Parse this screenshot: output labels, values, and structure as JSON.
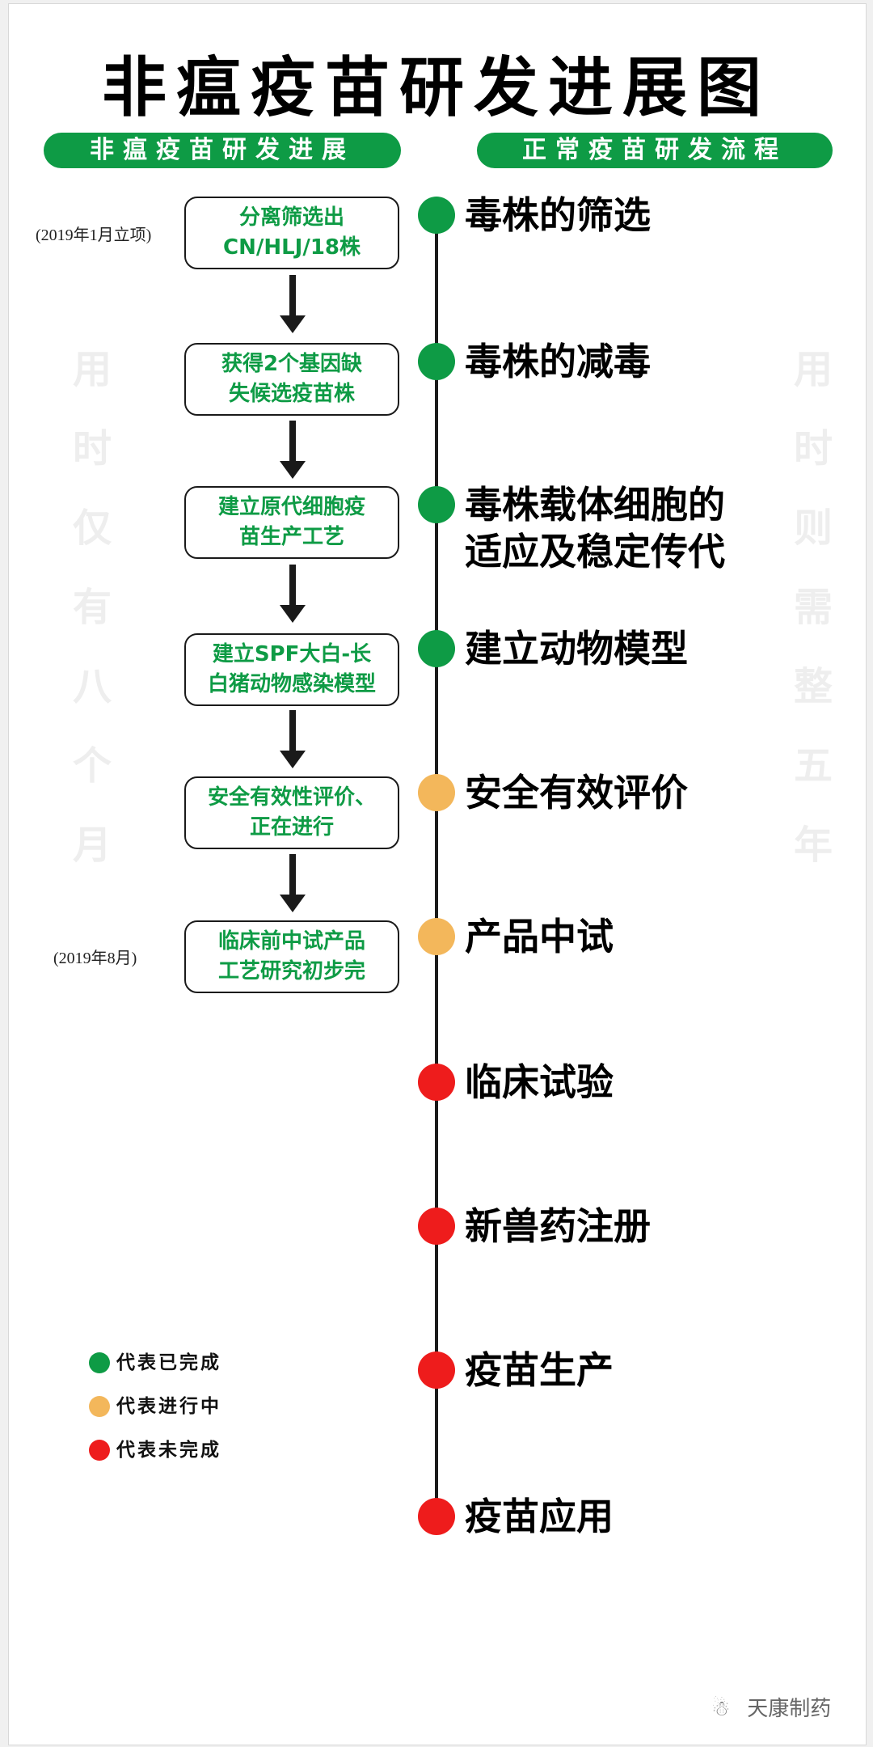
{
  "title": "非瘟疫苗研发进展图",
  "header": {
    "left_pill": "非瘟疫苗研发进展",
    "right_pill": "正常疫苗研发流程"
  },
  "colors": {
    "completed": "#0e9b45",
    "in_progress": "#f3b75b",
    "not_completed": "#ee1c1c",
    "brand_green": "#0e9b45"
  },
  "steps": [
    {
      "label": "毒株的筛选",
      "status": "completed"
    },
    {
      "label": "毒株的减毒",
      "status": "completed"
    },
    {
      "label": "毒株载体细胞的",
      "label2": "适应及稳定传代",
      "status": "completed"
    },
    {
      "label": "建立动物模型",
      "status": "completed"
    },
    {
      "label": "安全有效评价",
      "status": "in_progress"
    },
    {
      "label": "产品中试",
      "status": "in_progress"
    },
    {
      "label": "临床试验",
      "status": "not_completed"
    },
    {
      "label": "新兽药注册",
      "status": "not_completed"
    },
    {
      "label": "疫苗生产",
      "status": "not_completed"
    },
    {
      "label": "疫苗应用",
      "status": "not_completed"
    }
  ],
  "progress_boxes": [
    {
      "line1": "分离筛选出",
      "line2": "CN/HLJ/18株"
    },
    {
      "line1": "获得2个基因缺",
      "line2": "失候选疫苗株"
    },
    {
      "line1": "建立原代细胞疫",
      "line2": "苗生产工艺"
    },
    {
      "line1": "建立SPF大白-长",
      "line2": "白猪动物感染模型"
    },
    {
      "line1": "安全有效性评价、",
      "line2": "正在进行"
    },
    {
      "line1": "临床前中试产品",
      "line2": "工艺研究初步完"
    }
  ],
  "date_notes": {
    "start": "(2019年1月立项)",
    "end": "(2019年8月)"
  },
  "side_texts": {
    "left": [
      "用",
      "时",
      "仅",
      "有",
      "八",
      "个",
      "月"
    ],
    "right": [
      "用",
      "时",
      "则",
      "需",
      "整",
      "五",
      "年"
    ]
  },
  "legend": [
    {
      "label": "代表已完成",
      "status": "completed"
    },
    {
      "label": "代表进行中",
      "status": "in_progress"
    },
    {
      "label": "代表未完成",
      "status": "not_completed"
    }
  ],
  "watermark": {
    "text": "天康制药",
    "icon": "wechat-icon"
  }
}
